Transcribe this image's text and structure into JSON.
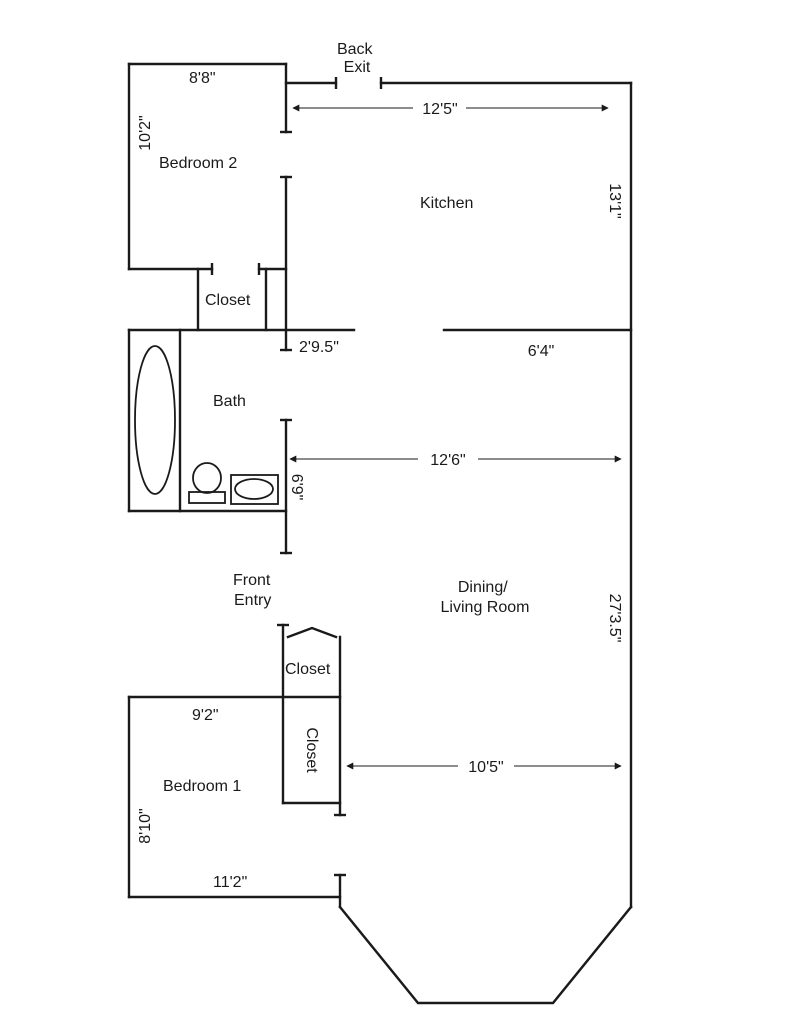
{
  "rooms": {
    "bedroom2": "Bedroom 2",
    "kitchen": "Kitchen",
    "closet_top": "Closet",
    "bath": "Bath",
    "front_entry_line1": "Front",
    "front_entry_line2": "Entry",
    "dining_line1": "Dining/",
    "dining_line2": "Living Room",
    "closet_hall": "Closet",
    "closet_bedroom1": "Closet",
    "bedroom1": "Bedroom 1"
  },
  "exits": {
    "back_line1": "Back",
    "back_line2": "Exit"
  },
  "dimensions": {
    "bedroom2_width": "8'8\"",
    "bedroom2_depth": "10'2\"",
    "kitchen_width": "12'5\"",
    "kitchen_depth": "13'1\"",
    "opening": "2'9.5\"",
    "kitchen_wall": "6'4\"",
    "living_width": "12'6\"",
    "bath_depth": "6'9\"",
    "living_depth": "27'3.5\"",
    "bedroom1_width": "9'2\"",
    "living_lower_width": "10'5\"",
    "bedroom1_depth": "8'10\"",
    "bedroom1_bottom": "11'2\""
  }
}
